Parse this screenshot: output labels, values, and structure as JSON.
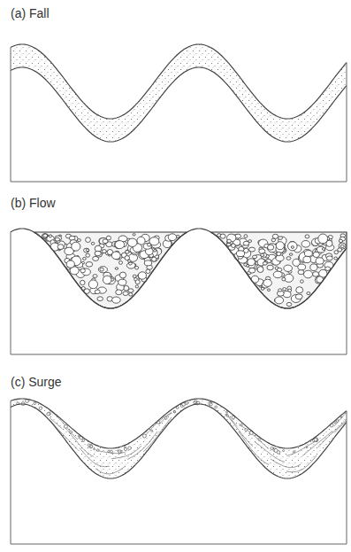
{
  "diagram": {
    "labels": [
      "(a) Fall",
      "(b) Flow",
      "(c) Surge"
    ]
  }
}
